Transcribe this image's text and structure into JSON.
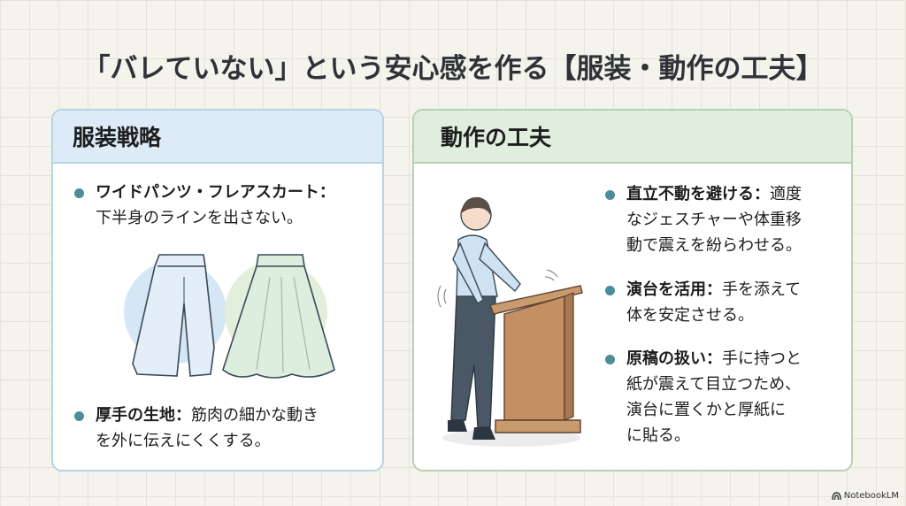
{
  "title": "「バレていない」という安心感を作る【服装・動作の工夫】",
  "clothing": {
    "heading": "服装戦略",
    "items": [
      {
        "label": "ワイドパンツ・フレアスカート：",
        "text_line1": "",
        "text_line2": "下半身のラインを出さない。"
      },
      {
        "label": "厚手の生地：",
        "text_line1": "筋肉の細かな動き",
        "text_line2": "を外に伝えにくくする。"
      }
    ],
    "illustration": [
      "wide-pants",
      "flare-skirt"
    ]
  },
  "movement": {
    "heading": "動作の工夫",
    "items": [
      {
        "label": "直立不動を避ける：",
        "text_line1": "適度",
        "text_line2": "なジェスチャーや体重移",
        "text_line3": "動で震えを紛らわせる。"
      },
      {
        "label": "演台を活用：",
        "text_line1": "手を添えて",
        "text_line2": "体を安定させる。"
      },
      {
        "label": "原稿の扱い：",
        "text_line1": "手に持つと",
        "text_line2": "紙が震えて目立つため、",
        "text_line3": "演台に置くかと厚紙に",
        "text_line4": "に貼る。"
      }
    ],
    "illustration": "speaker-at-podium"
  },
  "branding": {
    "logo_text": "NotebookLM"
  },
  "colors": {
    "accent_dot": "#4a8e97",
    "left_header": "#dcebf7",
    "right_header": "#dfeedd"
  }
}
